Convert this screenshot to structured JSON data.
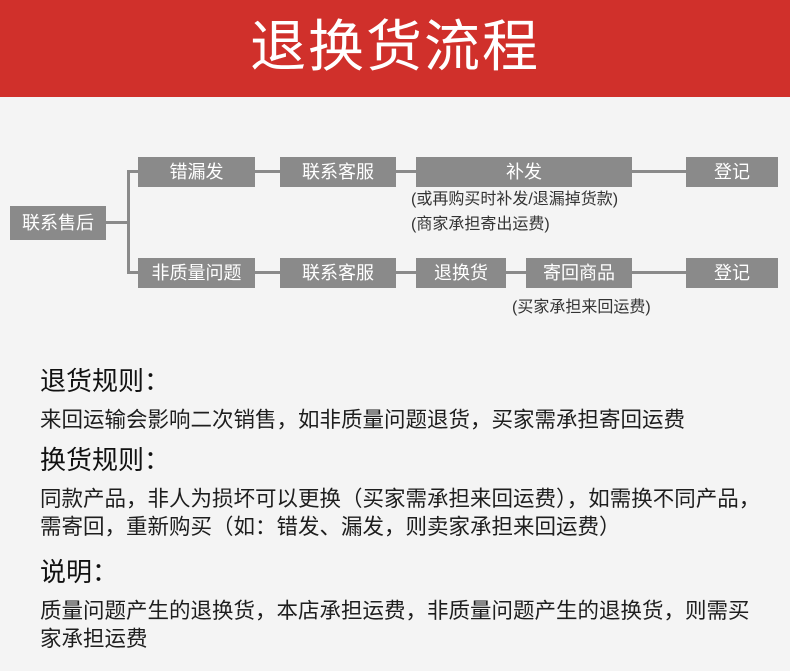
{
  "header": {
    "title": "退换货流程"
  },
  "colors": {
    "header_bg": "#d0302b",
    "box_bg": "#8a8a8a",
    "connector": "#8a8a8a",
    "page_bg": "#f4f4f4",
    "text": "#1e1e1e"
  },
  "flow": {
    "start": {
      "label": "联系售后"
    },
    "rows": [
      {
        "steps": [
          {
            "label": "错漏发"
          },
          {
            "label": "联系客服"
          },
          {
            "label": "补发"
          },
          {
            "label": "登记"
          }
        ],
        "notes": [
          "(或再购买时补发/退漏掉货款)",
          "(商家承担寄出运费)"
        ]
      },
      {
        "steps": [
          {
            "label": "非质量问题"
          },
          {
            "label": "联系客服"
          },
          {
            "label": "退换货"
          },
          {
            "label": "寄回商品"
          },
          {
            "label": "登记"
          }
        ],
        "notes": [
          "(买家承担来回运费)"
        ]
      }
    ]
  },
  "sections": [
    {
      "heading": "退货规则：",
      "lines": [
        "来回运输会影响二次销售，如非质量问题退货，买家需承担寄回运费"
      ]
    },
    {
      "heading": "换货规则：",
      "lines": [
        "同款产品，非人为损坏可以更换（买家需承担来回运费），如需换不同产品，",
        "需寄回，重新购买（如：错发、漏发，则卖家承担来回运费）"
      ]
    },
    {
      "heading": "说明：",
      "lines": [
        "质量问题产生的退换货，本店承担运费，非质量问题产生的退换货，则需买",
        "家承担运费"
      ]
    }
  ]
}
